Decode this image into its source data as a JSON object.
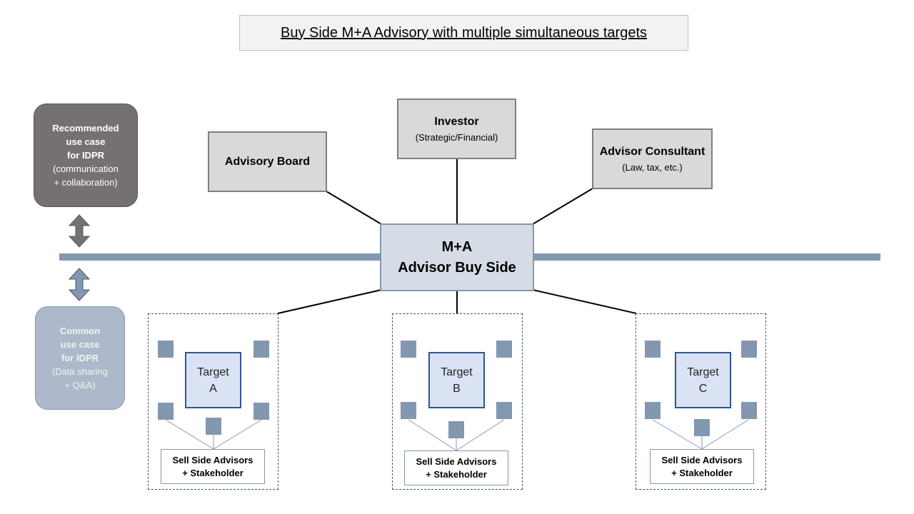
{
  "title": "Buy Side M+A Advisory with multiple simultaneous targets",
  "center": {
    "line1": "M+A",
    "line2": "Advisor Buy Side"
  },
  "advisory_board": {
    "label": "Advisory Board"
  },
  "investor": {
    "label": "Investor",
    "sub": "(Strategic/Financial)"
  },
  "advisor_consultant": {
    "label": "Advisor Consultant",
    "sub": "(Law, tax, etc.)"
  },
  "recommended": {
    "line1": "Recommended",
    "line2": "use case",
    "line3": "for IDPR",
    "line4": "(communication",
    "line5": "+ collaboration)"
  },
  "common": {
    "line1": "Common",
    "line2": "use case",
    "line3": "for IDPR",
    "line4": "(Data sharing",
    "line5": "+ Q&A)"
  },
  "targets": [
    {
      "line1": "Target",
      "line2": "A",
      "sell1": "Sell Side Advisors",
      "sell2": "+ Stakeholder"
    },
    {
      "line1": "Target",
      "line2": "B",
      "sell1": "Sell Side Advisors",
      "sell2": "+ Stakeholder"
    },
    {
      "line1": "Target",
      "line2": "C",
      "sell1": "Sell Side Advisors",
      "sell2": "+ Stakeholder"
    }
  ],
  "colors": {
    "bar": "#8497b0",
    "dark_box": "#767171",
    "light_box": "#adb9ca",
    "target_fill": "#dae3f3"
  }
}
